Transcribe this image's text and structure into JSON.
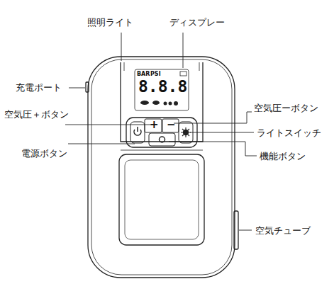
{
  "diagram": {
    "labels": [
      "照明ライト",
      "ディスプレー",
      "充電ポート",
      "空気圧＋ボタン",
      "空気圧ーボタン",
      "ライトスイッチ",
      "電源ボタン",
      "機能ボタン",
      "空気チューブ",
      "BAR",
      "PSI",
      "8.8.8",
      "+",
      "−"
    ]
  }
}
